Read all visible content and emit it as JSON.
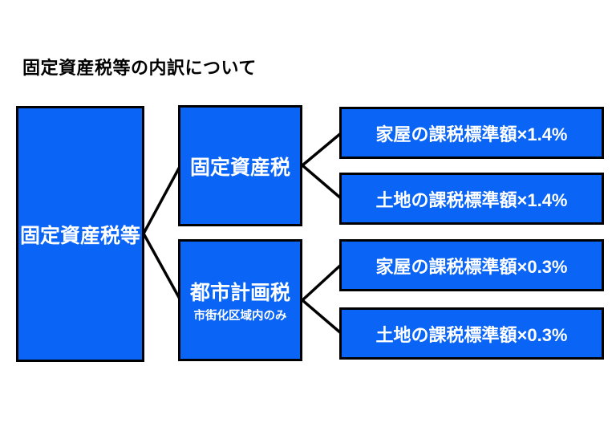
{
  "title": "固定資産税等の内訳について",
  "colors": {
    "box_fill": "#0a64f5",
    "box_border": "#000000",
    "box_text": "#ffffff",
    "title_text": "#000000",
    "connector": "#000000",
    "background": "#ffffff"
  },
  "diagram": {
    "root": {
      "label": "固定資産税等"
    },
    "branches": [
      {
        "label": "固定資産税",
        "children": [
          {
            "label": "家屋の課税標準額×1.4%"
          },
          {
            "label": "土地の課税標準額×1.4%"
          }
        ]
      },
      {
        "label": "都市計画税",
        "sublabel": "市街化区域内のみ",
        "children": [
          {
            "label": "家屋の課税標準額×0.3%"
          },
          {
            "label": "土地の課税標準額×0.3%"
          }
        ]
      }
    ]
  }
}
